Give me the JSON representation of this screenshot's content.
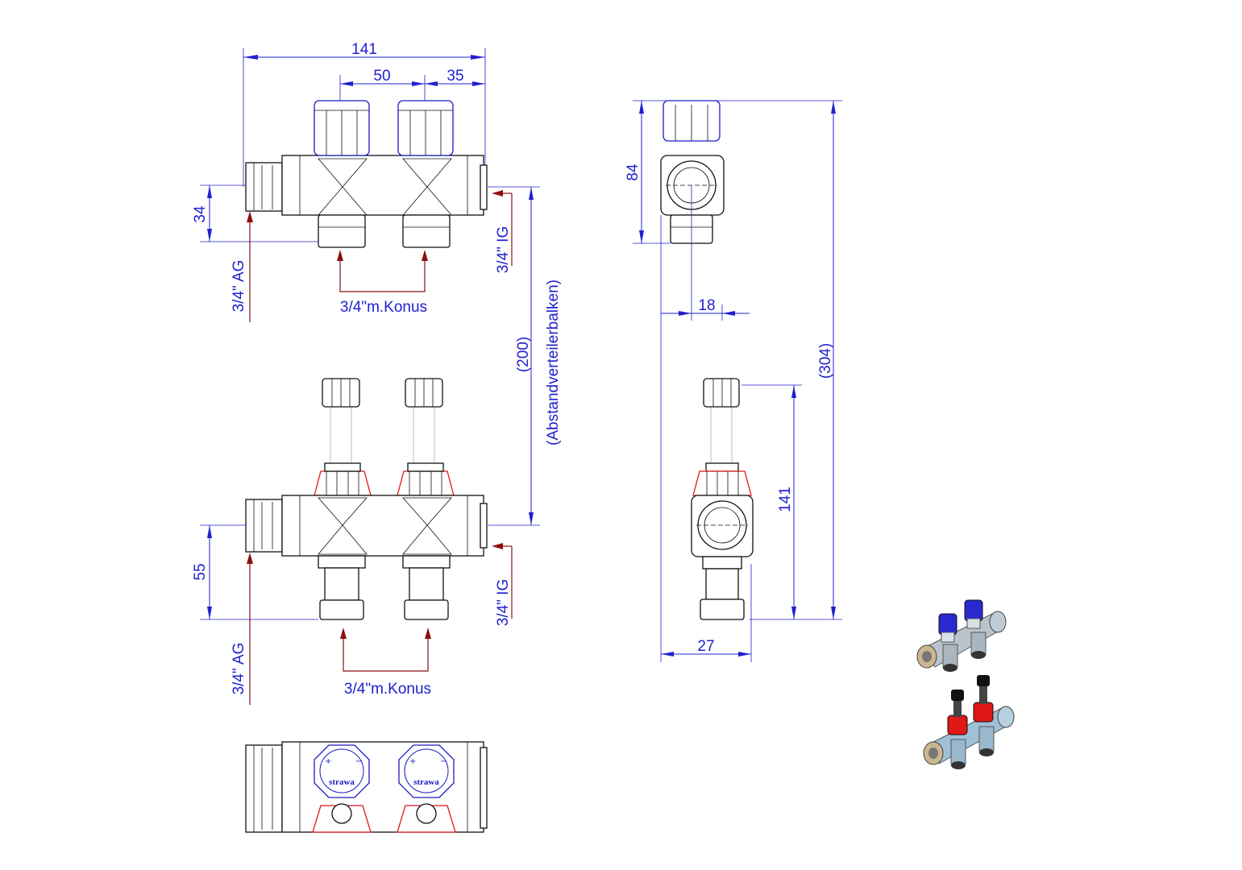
{
  "colors": {
    "dimension": "#2020d0",
    "flow_arrow": "#8b1010",
    "outline": "#111111",
    "cap_blue": "#1a1ac8",
    "cap_red": "#e01818"
  },
  "top_view": {
    "dim_total_width": "141",
    "dim_spacing": "50",
    "dim_end": "35",
    "dim_height": "34",
    "label_inlet": "3/4\" AG",
    "label_outlet": "3/4\" IG",
    "label_branches": "3/4\"m.Konus",
    "label_distance": "(200)",
    "label_distance_note": "(Abstandverteilerbalken)"
  },
  "bottom_view": {
    "dim_height": "55",
    "label_inlet": "3/4\" AG",
    "label_outlet": "3/4\" IG",
    "label_branches": "3/4\"m.Konus"
  },
  "side_view": {
    "dim_height_top": "84",
    "dim_offset": "18",
    "dim_total_height": "(304)",
    "dim_lower_height": "141",
    "dim_width": "27"
  },
  "plan_view": {
    "brand_left": "strawa",
    "brand_right": "strawa"
  },
  "thumbnails": {
    "icons": [
      "manifold-blue-3d-icon",
      "manifold-red-3d-icon"
    ]
  }
}
